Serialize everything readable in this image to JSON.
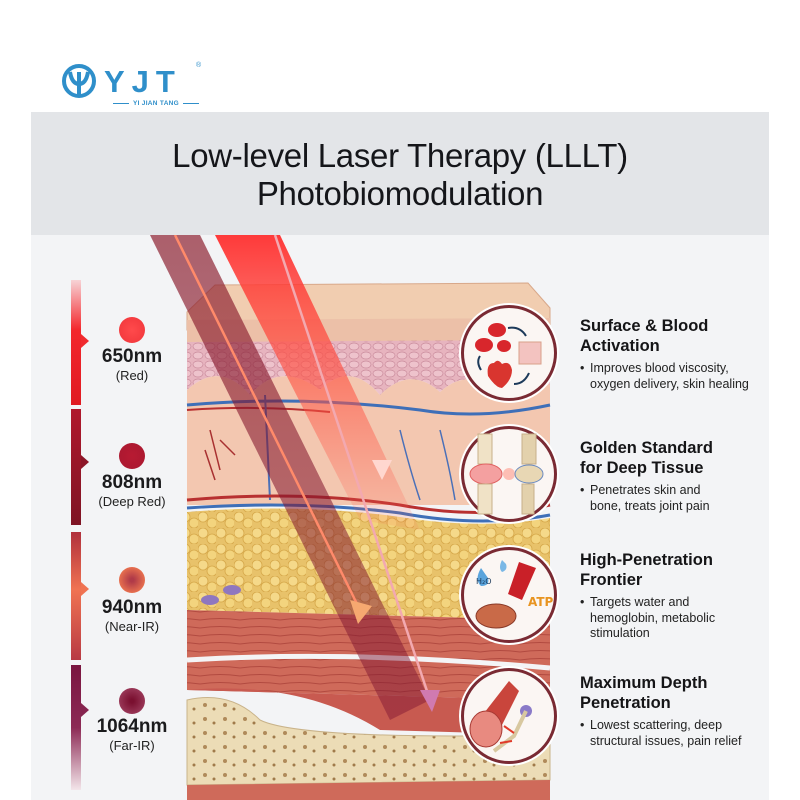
{
  "logo": {
    "text": "YJT",
    "registered": "®",
    "subtitle": "YI JIAN TANG",
    "color": "#2f8fca"
  },
  "title": {
    "line1": "Low-level Laser Therapy (LLLT)",
    "line2": "Photobiomodulation"
  },
  "wavelengths": [
    {
      "nm": "650nm",
      "name": "(Red)",
      "color": "#f0353a"
    },
    {
      "nm": "808nm",
      "name": "(Deep Red)",
      "color": "#b01a30"
    },
    {
      "nm": "940nm",
      "name": "(Near-IR)",
      "color": "#f07050"
    },
    {
      "nm": "1064nm",
      "name": "(Far-IR)",
      "color": "#8c2348"
    }
  ],
  "effects": [
    {
      "title_line1": "Surface & Blood",
      "title_line2": "Activation",
      "bullet": "Improves blood viscosity, oxygen delivery, skin healing",
      "icon": "blood-circulation-icon"
    },
    {
      "title_line1": "Golden Standard",
      "title_line2": "for Deep Tissue",
      "bullet": "Penetrates skin and bone, treats joint pain",
      "icon": "knee-joint-icon"
    },
    {
      "title_line1": "High-Penetration",
      "title_line2": "Frontier",
      "bullet": "Targets water and hemoglobin, metabolic stimulation",
      "icon": "mitochondria-atp-icon"
    },
    {
      "title_line1": "Maximum Depth",
      "title_line2": "Penetration",
      "bullet": "Lowest scattering, deep structural issues, pain relief",
      "icon": "muscle-nerve-icon"
    }
  ],
  "icon_labels": {
    "water": "H₂O",
    "atp": "ATP"
  },
  "illustration": {
    "layers": [
      "epidermis",
      "dermis",
      "subcutaneous fat",
      "muscle",
      "bone"
    ]
  }
}
